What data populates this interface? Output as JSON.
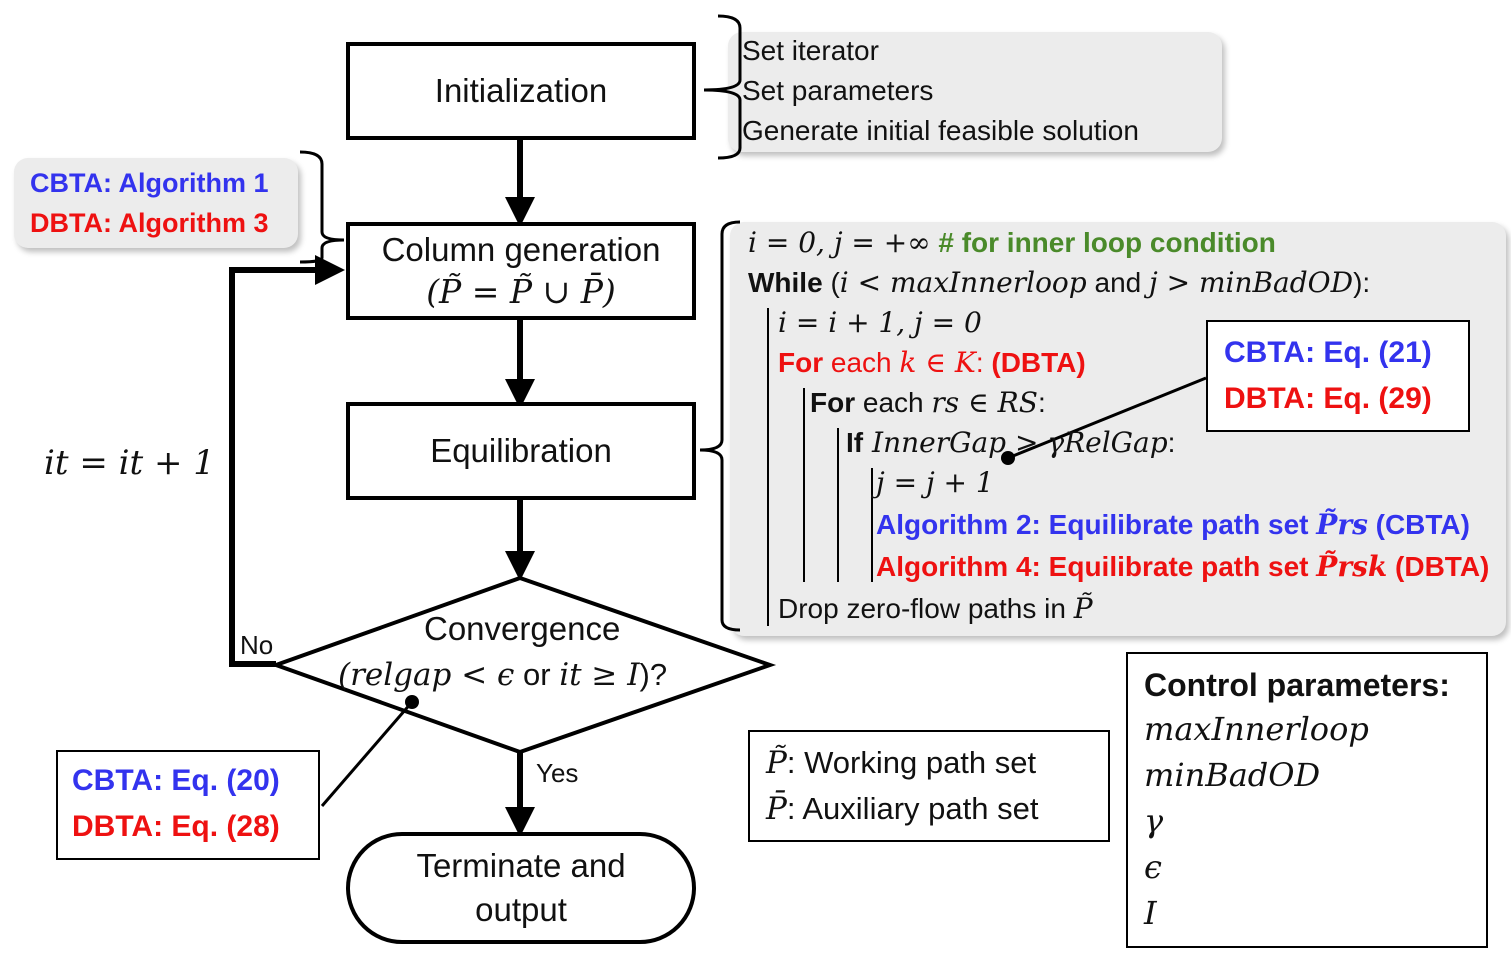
{
  "flow": {
    "init": "Initialization",
    "colgen_line1": "Column generation",
    "colgen_line2": "(P̃ = P̃ ∪ P̄)",
    "equil": "Equilibration",
    "conv_line1": "Convergence",
    "conv_line2_a": "(relgap < ϵ",
    "conv_line2_or": " or ",
    "conv_line2_b": "it ≥ I",
    "conv_line2_c": ")?",
    "term_line1": "Terminate and",
    "term_line2": "output",
    "no_label": "No",
    "yes_label": "Yes",
    "loop_label": "it = it + 1"
  },
  "init_notes": [
    "Set iterator",
    "Set parameters",
    "Generate initial feasible solution"
  ],
  "alg_ref": {
    "cbta": "CBTA: Algorithm 1",
    "dbta": "DBTA: Algorithm 3"
  },
  "pseudo": {
    "l1_math": "i = 0, j = +∞",
    "l1_comment": " # for inner loop condition",
    "l2_kw": "While",
    "l2_open": " (",
    "l2_c1": "i < maxInnerloop",
    "l2_and": " and ",
    "l2_c2": "j > minBadOD",
    "l2_close": "):",
    "l3": "i = i + 1, j = 0",
    "l4_kw": "For",
    "l4_each": " each ",
    "l4_math": "k ∈ K",
    "l4_colon": ": ",
    "l4_tag": "(DBTA)",
    "l5_kw": "For",
    "l5_each": " each ",
    "l5_math": "rs ∈ RS",
    "l5_colon": ":",
    "l6_kw": "If",
    "l6_math": " InnerGap > γRelGap",
    "l6_colon": ":",
    "l7": "j = j + 1",
    "l8_text": "Algorithm 2: Equilibrate path set ",
    "l8_math": "P̃rs",
    "l8_tag": " (CBTA)",
    "l9_text": "Algorithm 4: Equilibrate path set ",
    "l9_math": "P̃rsk",
    "l9_tag": " (DBTA)",
    "l10_text": "Drop zero-flow paths in ",
    "l10_math": "P̃"
  },
  "eq_ref_inner": {
    "cbta": "CBTA: Eq. (21)",
    "dbta": "DBTA: Eq. (29)"
  },
  "eq_ref_conv": {
    "cbta": "CBTA: Eq. (20)",
    "dbta": "DBTA: Eq. (28)"
  },
  "legend": {
    "p_tilde_sym": "P̃",
    "p_tilde_text": ": Working path set",
    "p_bar_sym": "P̄",
    "p_bar_text": ": Auxiliary path set"
  },
  "control": {
    "title": "Control parameters:",
    "params": [
      "maxInnerloop",
      "minBadOD",
      "γ",
      "ϵ",
      "I"
    ]
  },
  "colors": {
    "blue": "#3333ee",
    "red": "#ee1111",
    "green": "#4a8a2a"
  }
}
